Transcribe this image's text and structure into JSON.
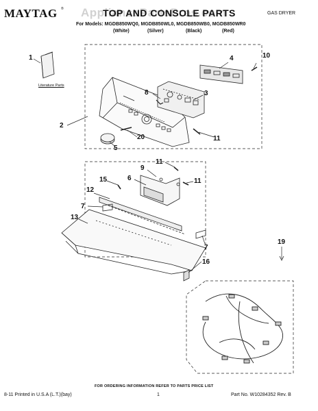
{
  "header": {
    "brand": "MAYTAG",
    "brand_mark": "®",
    "title": "TOP AND CONSOLE PARTS",
    "watermark": "AppliancePartsPros.com",
    "dryer_type": "GAS DRYER",
    "models_line": "For Models: MGDB850WQ0, MGDB850WL0, MGDB850WB0, MGDB850WR0",
    "colors": [
      "(White)",
      "(Silver)",
      "(Black)",
      "(Red)"
    ]
  },
  "diagram": {
    "literature_label": "Literature Parts",
    "callouts": [
      "1",
      "2",
      "3",
      "4",
      "5",
      "6",
      "7",
      "7",
      "8",
      "9",
      "10",
      "11",
      "11",
      "11",
      "12",
      "13",
      "15",
      "16",
      "19",
      "20"
    ]
  },
  "footer": {
    "note": "FOR ORDERING INFORMATION REFER TO PARTS PRICE LIST",
    "printed": "8-11 Printed in U.S.A (L.T.)(bay)",
    "page": "1",
    "part_no": "Part No. W10284352 Rev. B"
  }
}
